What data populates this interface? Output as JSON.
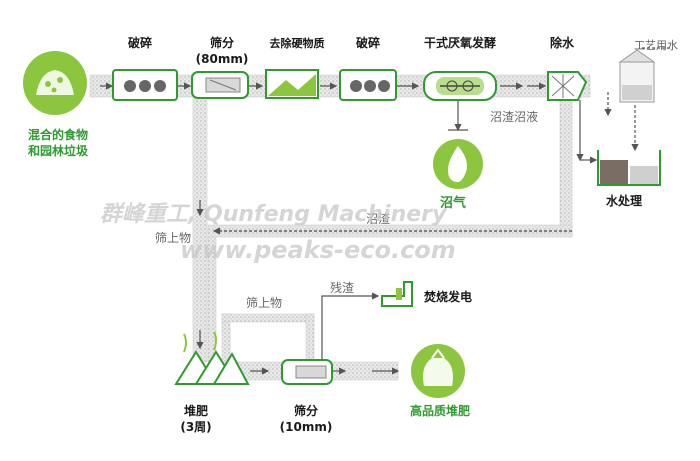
{
  "labels": {
    "crush1": "破碎",
    "screen1": "筛分",
    "screen1_size": "(80mm)",
    "remove_hard": "去除硬物质",
    "crush2": "破碎",
    "dry_ad": "干式厌氧发酵",
    "dewater": "除水",
    "process_water": "工艺用水",
    "mixed_waste": "混合的食物",
    "mixed_waste2": "和园林垃圾",
    "residue_liquid": "沼渣沼液",
    "biogas": "沼气",
    "water_treatment": "水处理",
    "residue": "沼渣",
    "oversize1": "筛上物",
    "oversize2": "筛上物",
    "slag": "残渣",
    "incineration": "焚烧发电",
    "compost": "堆肥",
    "compost_time": "(3周)",
    "screen2": "筛分",
    "screen2_size": "(10mm)",
    "hq_compost": "高品质堆肥"
  },
  "watermark": {
    "line1": "群峰重工, Qunfeng Machinery",
    "line2": "www.peaks-eco.com"
  },
  "colors": {
    "accent": "#8cc63f",
    "accent_dark": "#2e9b2e",
    "belt": "#e6e6e6"
  }
}
